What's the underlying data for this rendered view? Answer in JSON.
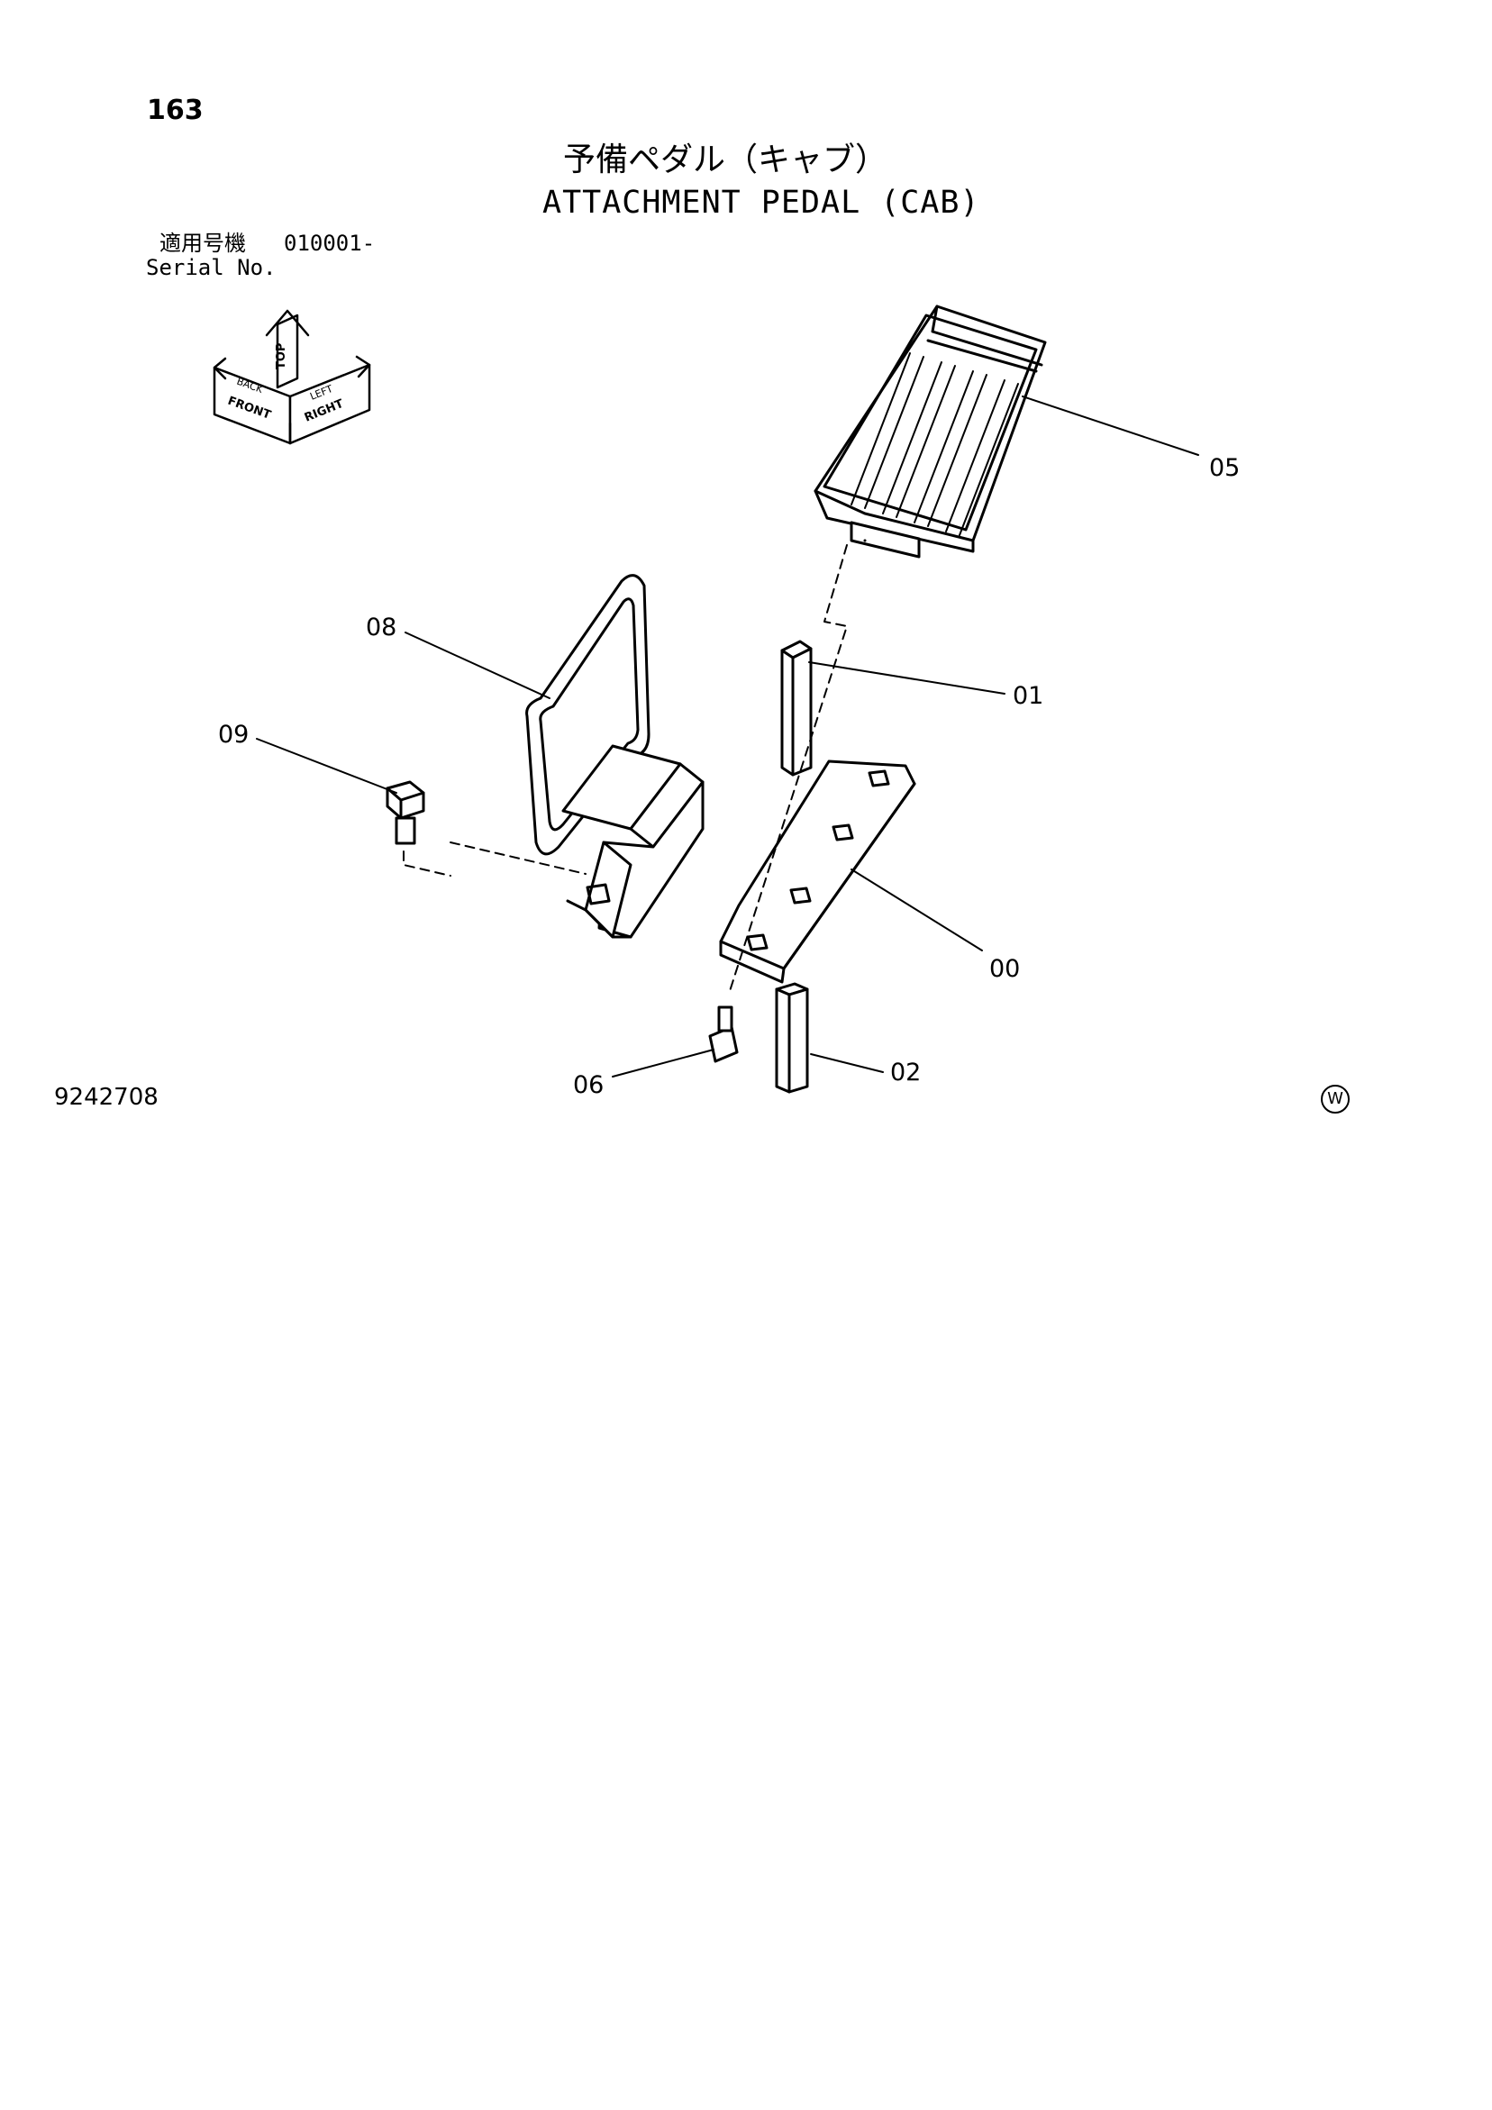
{
  "page_number": "163",
  "title_ja": "予備ペダル（キャブ）",
  "title_en": "ATTACHMENT PEDAL (CAB)",
  "serial": {
    "label_ja": "適用号機",
    "value": "010001-",
    "label_en": "Serial No."
  },
  "direction_labels": [
    "TOP",
    "FRONT",
    "RIGHT",
    "BACK",
    "LEFT"
  ],
  "callouts": [
    "05",
    "08",
    "01",
    "09",
    "00",
    "06",
    "02"
  ],
  "drawing_number": "9242708",
  "mark": "W"
}
